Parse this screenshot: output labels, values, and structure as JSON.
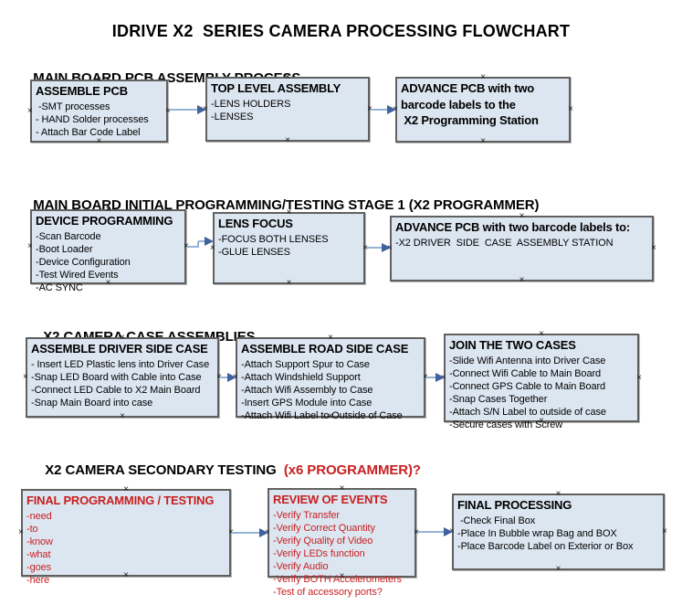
{
  "title": "IDRIVE X2  SERIES CAMERA PROCESSING FLOWCHART",
  "icons": {
    "connection_marker": "×"
  },
  "colors": {
    "background": "#ffffff",
    "box_fill": "#dce6f1",
    "box_border": "#606060",
    "arrow_line": "#95b3d7",
    "arrow_head": "#41619d",
    "red_text": "#c81f1f",
    "black_text": "#000000"
  },
  "sections": [
    {
      "heading": "MAIN BOARD PCB ASSEMBLY PROCESS",
      "heading_suffix": "",
      "boxes": [
        {
          "title": "ASSEMBLE PCB",
          "lines": [
            " -SMT processes",
            "- HAND Solder processes",
            "- Attach Bar Code Label"
          ],
          "text_color": "#000000"
        },
        {
          "title": "TOP LEVEL ASSEMBLY",
          "lines": [
            "-LENS HOLDERS",
            "-LENSES"
          ],
          "text_color": "#000000"
        },
        {
          "title": "ADVANCE PCB with two\nbarcode labels to the\n X2 Programming Station",
          "lines": [],
          "text_color": "#000000"
        }
      ]
    },
    {
      "heading": "MAIN BOARD INITIAL PROGRAMMING/TESTING STAGE 1 (X2 PROGRAMMER)",
      "heading_suffix": "",
      "boxes": [
        {
          "title": "DEVICE PROGRAMMING",
          "lines": [
            "-Scan Barcode",
            "-Boot Loader",
            "-Device Configuration",
            "-Test Wired Events",
            "-AC SYNC"
          ],
          "text_color": "#000000"
        },
        {
          "title": "LENS FOCUS",
          "lines": [
            "-FOCUS BOTH LENSES",
            "-GLUE LENSES"
          ],
          "text_color": "#000000"
        },
        {
          "title": "ADVANCE PCB with two barcode labels to:",
          "lines": [
            "-X2 DRIVER  SIDE  CASE  ASSEMBLY STATION"
          ],
          "text_color": "#000000"
        }
      ]
    },
    {
      "heading": "X2 CAMERA CASE ASSEMBLIES",
      "heading_suffix": "",
      "boxes": [
        {
          "title": "ASSEMBLE DRIVER SIDE CASE",
          "lines": [
            "- Insert LED Plastic lens into Driver Case",
            "-Snap LED Board with Cable into Case",
            "-Connect LED Cable to X2 Main Board",
            "-Snap Main Board into case"
          ],
          "text_color": "#000000"
        },
        {
          "title": "ASSEMBLE ROAD SIDE CASE",
          "lines": [
            "-Attach Support Spur to Case",
            "-Attach Windshield Support",
            "-Attach Wifi Assembly to Case",
            "-Insert GPS Module into Case",
            "-Attach Wifi Label to Outside of Case"
          ],
          "text_color": "#000000"
        },
        {
          "title": "JOIN THE TWO CASES",
          "lines": [
            "-Slide Wifi Antenna into Driver Case",
            "-Connect Wifi Cable to Main Board",
            "-Connect GPS Cable to Main Board",
            "-Snap Cases Together",
            "-Attach S/N Label to outside of case",
            "-Secure cases with Screw"
          ],
          "text_color": "#000000"
        }
      ]
    },
    {
      "heading": "X2 CAMERA SECONDARY TESTING ",
      "heading_suffix": " (x6 PROGRAMMER)?",
      "boxes": [
        {
          "title": "FINAL PROGRAMMING / TESTING",
          "lines": [
            "-need",
            "-to",
            "-know",
            "-what",
            "-goes",
            "-here"
          ],
          "text_color": "#c81f1f"
        },
        {
          "title": "REVIEW OF EVENTS",
          "lines": [
            "-Verify Transfer",
            "-Verify Correct Quantity",
            "-Verify Quality of Video",
            "-Verify LEDs function",
            "-Verify Audio",
            "-Verify BOTH Accelerometers",
            "-Test of accessory ports?"
          ],
          "text_color": "#c81f1f"
        },
        {
          "title": "FINAL PROCESSING",
          "lines": [
            " -Check Final Box",
            "-Place In Bubble wrap Bag and BOX",
            "-Place Barcode Label on Exterior or Box"
          ],
          "text_color": "#000000"
        }
      ]
    }
  ]
}
